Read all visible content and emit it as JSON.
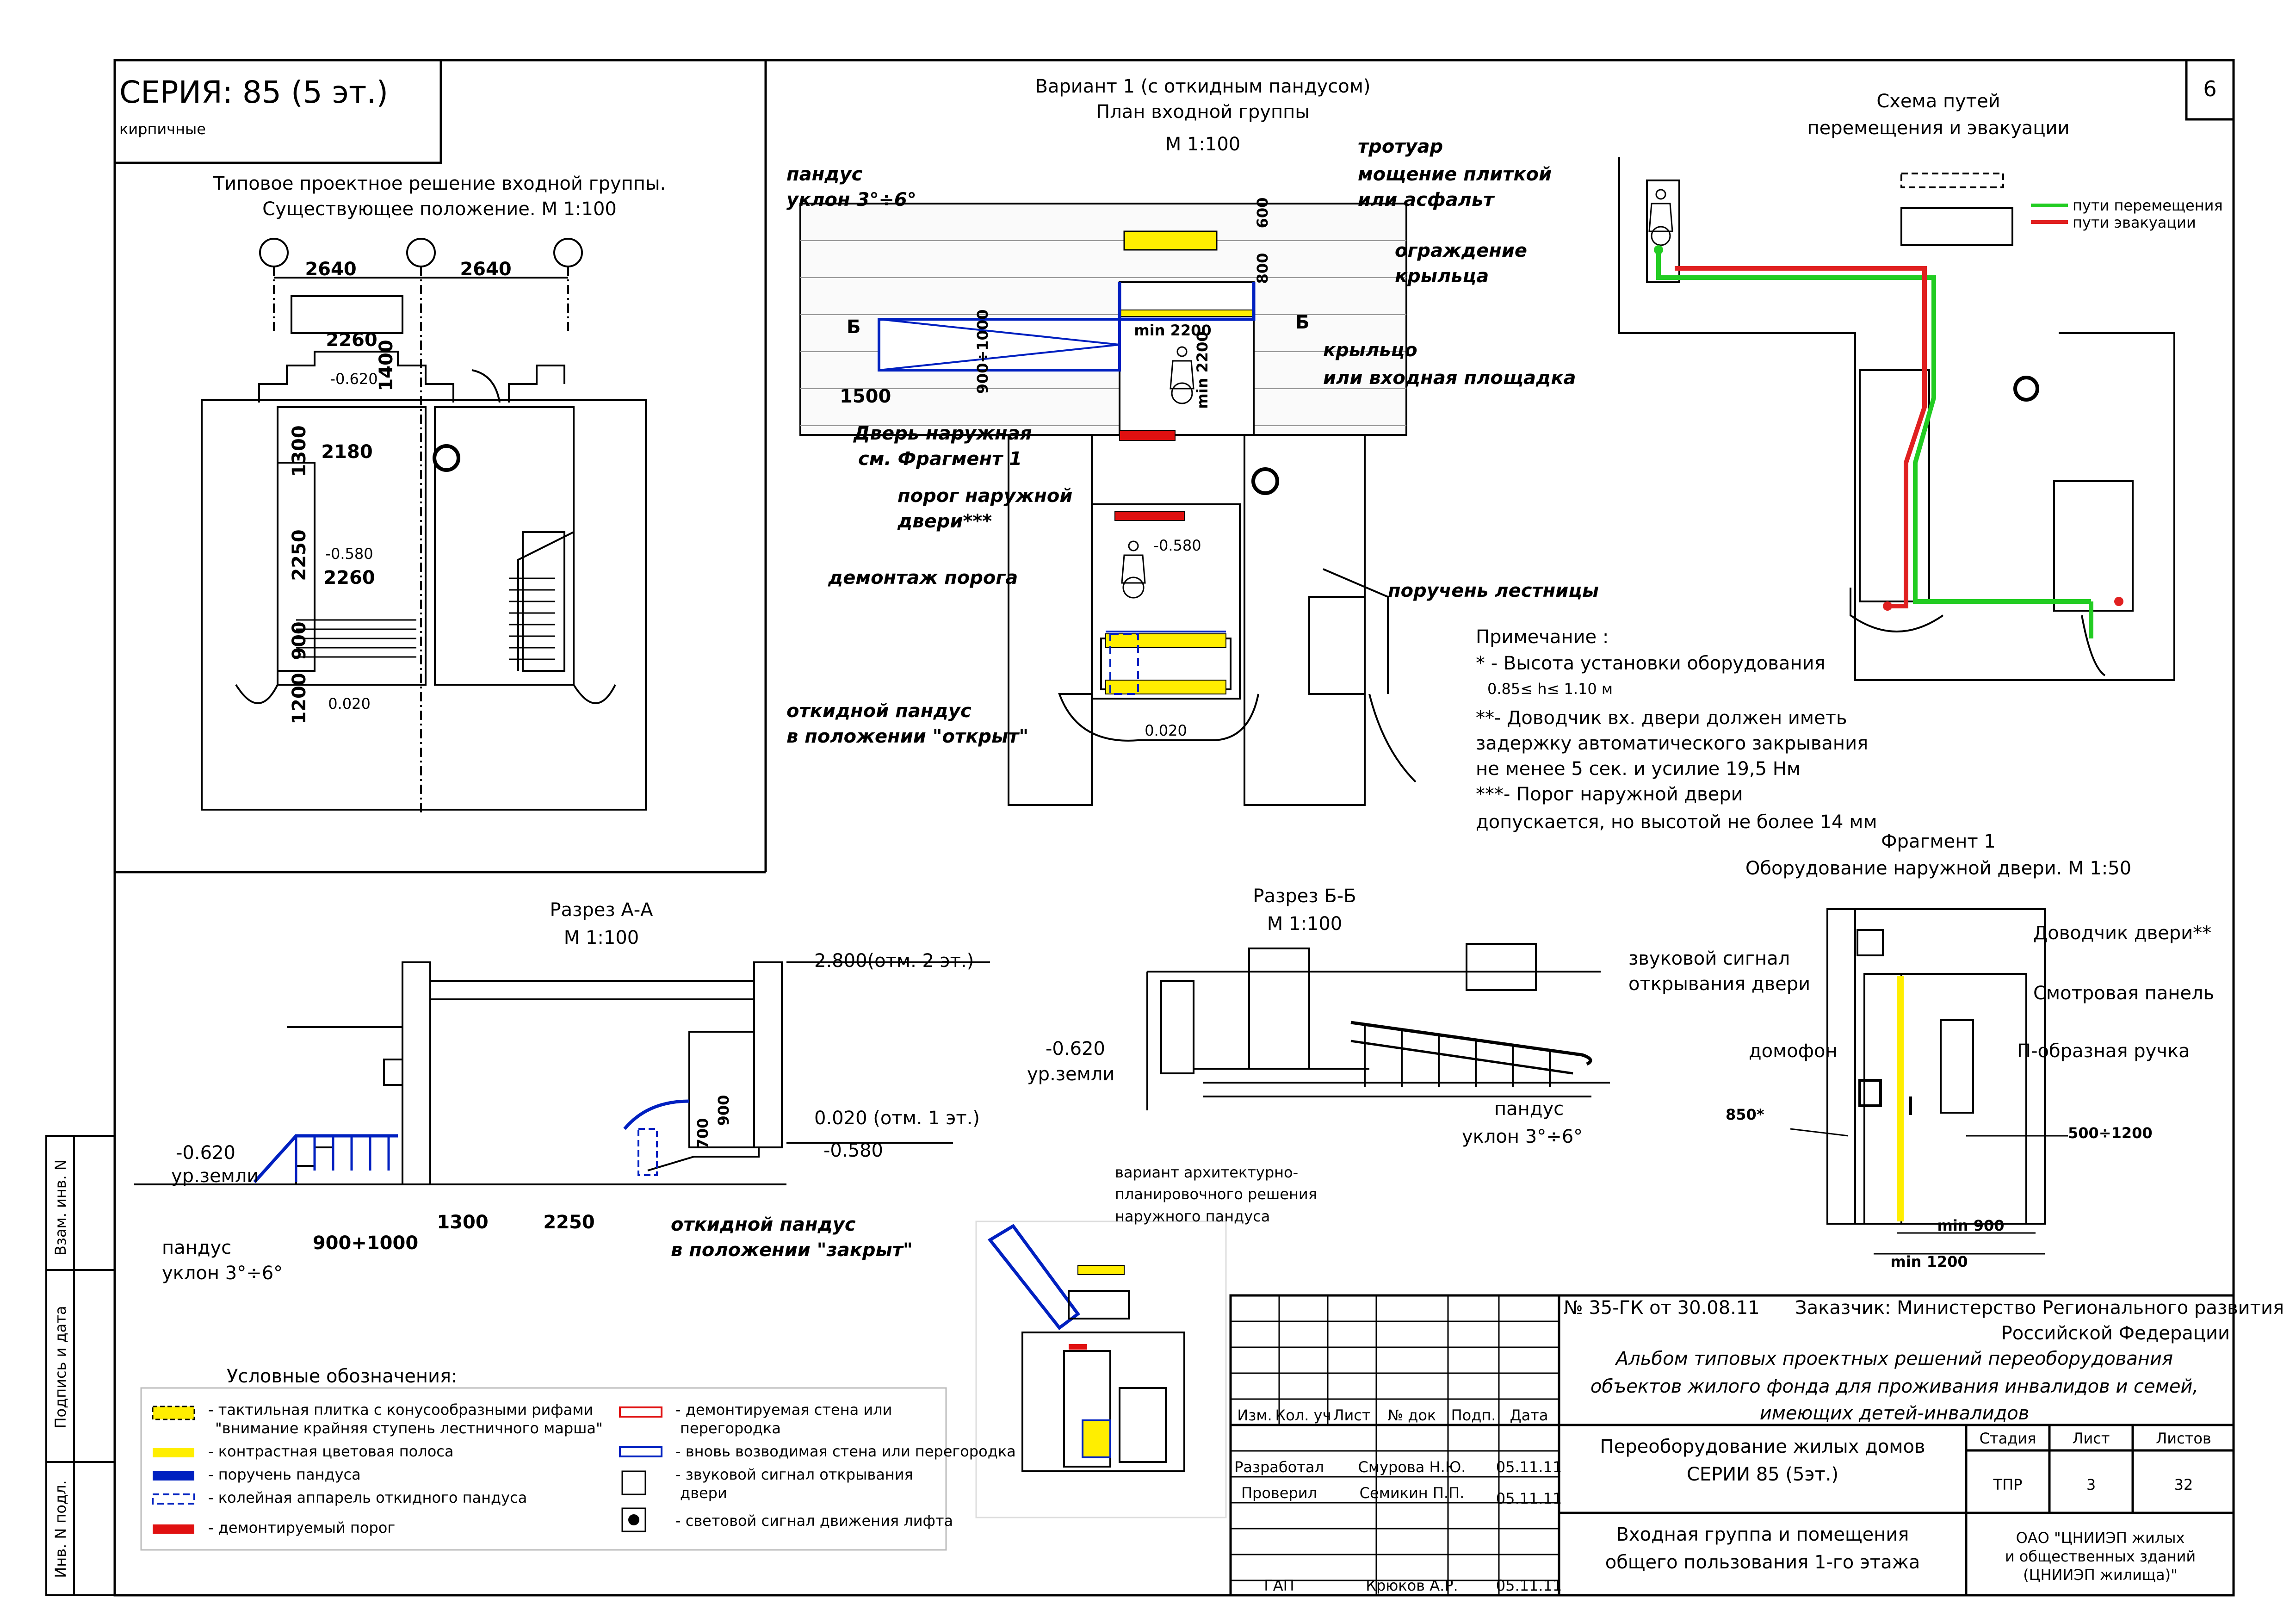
{
  "sheet_number": "6",
  "series": {
    "title": "СЕРИЯ: 85 (5 эт.)",
    "subtitle": "кирпичные"
  },
  "existing": {
    "title_1": "Типовое проектное решение входной группы.",
    "title_2": "Существующее положение. М 1:100",
    "dims": [
      "2640",
      "2640",
      "2260",
      "1400",
      "-0.620",
      "2180",
      "1300",
      "2250",
      "-0.580",
      "2260",
      "900",
      "1200",
      "0.020"
    ]
  },
  "variant1": {
    "title_1": "Вариант 1 (с откидным пандусом)",
    "title_2": "План входной группы",
    "scale": "М 1:100",
    "labels": {
      "ramp_1": "пандус",
      "ramp_2": "уклон 3°÷6°",
      "sidewalk_1": "тротуар",
      "sidewalk_2": "мощение плиткой",
      "sidewalk_3": "или асфальт",
      "fence_1": "ограждение",
      "fence_2": "крыльца",
      "porch_1": "крыльцо",
      "porch_2": "или входная площадка",
      "door_1": "Дверь наружная",
      "door_2": "см. Фрагмент 1",
      "threshold_1": "порог наружной",
      "threshold_2": "двери***",
      "dismantle": "демонтаж порога",
      "handrail": "поручень лестницы",
      "foldramp_1": "откидной пандус",
      "foldramp_2": "в положении \"открыт\"",
      "cut_b1": "Б",
      "cut_b2": "Б"
    },
    "dims": [
      "600",
      "800",
      "min 2200",
      "min 2200",
      "900÷1000",
      "1500",
      "-0.580",
      "0.020"
    ]
  },
  "notes": {
    "title": "Примечание :",
    "lines": [
      "* - Высота установки оборудования",
      "0.85≤ h≤ 1.10 м",
      "**- Доводчик вх. двери должен иметь",
      "задержку автоматического закрывания",
      "не менее 5 сек. и усилие 19,5 Нм",
      "***-  Порог наружной двери",
      "допускается, но высотой не более 14 мм"
    ]
  },
  "scheme": {
    "title_1": "Схема путей",
    "title_2": "перемещения и эвакуации",
    "legend": [
      "пути перемещения",
      "пути эвакуации"
    ],
    "colors": {
      "movement": "#22cc22",
      "evacuation": "#e02020"
    }
  },
  "fragment": {
    "title_1": "Фрагмент 1",
    "title_2": "Оборудование наружной двери. М 1:50",
    "labels": {
      "sound_1": "звуковой сигнал",
      "sound_2": "открывания двери",
      "closer": "Доводчик двери**",
      "panel": "Смотровая панель",
      "handle": "П-образная ручка",
      "intercom": "домофон"
    },
    "dims": [
      "850*",
      "500÷1200",
      "min 900",
      "min 1200"
    ]
  },
  "section_aa": {
    "title": "Разрез А-А",
    "scale": "М 1:100",
    "labels": {
      "level_top": "2.800(отм. 2 эт.)",
      "level_1": "0.020 (отм. 1 эт.)",
      "level_m0580": "-0.580",
      "ground_level": "-0.620",
      "ground": "ур.земли",
      "ramp_1": "пандус",
      "ramp_2": "уклон 3°÷6°",
      "fold_1": "откидной пандус",
      "fold_2": "в положении \"закрыт\""
    },
    "dims": [
      "1300",
      "2250",
      "900+1000",
      "700",
      "900"
    ]
  },
  "section_bb": {
    "title": "Разрез Б-Б",
    "scale": "М 1:100",
    "labels": {
      "ground_level": "-0.620",
      "ground": "ур.земли",
      "ramp_1": "пандус",
      "ramp_2": "уклон 3°÷6°"
    }
  },
  "alt_variant": {
    "lines": [
      "вариант архитектурно-",
      "планировочного решения",
      "наружного пандуса"
    ]
  },
  "legend": {
    "title": "Условные обозначения:",
    "items_left": [
      "- тактильная плитка с конусообразными рифами",
      "\"внимание крайняя ступень лестничного марша\"",
      "- контрастная цветовая полоса",
      "- поручень пандуса",
      "- колейная аппарель откидного пандуса",
      "- демонтируемый порог"
    ],
    "items_right": [
      "- демонтируемая стена или",
      "перегородка",
      "- вновь возводимая стена или перегородка",
      "- звуковой сигнал открывания",
      "двери",
      "- световой сигнал движения лифта"
    ]
  },
  "side_stamp": [
    "Взам. инв. N",
    "Подпись и дата",
    "Инв. N подл."
  ],
  "title_block": {
    "contract": "№ 35-ГК от 30.08.11",
    "customer_1": "Заказчик: Министерство Регионального развития",
    "customer_2": "Российской Федерации",
    "album_1": "Альбом типовых проектных решений переоборудования",
    "album_2": "объектов жилого фонда для проживания инвалидов и семей,",
    "album_3": "имеющих детей-инвалидов",
    "headers": [
      "Изм.",
      "Кол. уч",
      "Лист",
      "№ док",
      "Подп.",
      "Дата"
    ],
    "staff": [
      {
        "role": "Разработал",
        "name": "Смурова Н.Ю.",
        "date": "05.11.11"
      },
      {
        "role": "Проверил",
        "name": "Семикин П.П.",
        "date": "05.11.11"
      },
      {
        "role": "ГАП",
        "name": "Крюков А.Р.",
        "date": "05.11.11"
      }
    ],
    "project_1": "Переоборудование жилых домов",
    "project_2": "СЕРИИ 85 (5эт.)",
    "sheet_title_1": "Входная группа и помещения",
    "sheet_title_2": "общего пользования 1-го этажа",
    "stage_header": "Стадия",
    "sheet_header": "Лист",
    "sheets_header": "Листов",
    "stage": "ТПР",
    "sheet": "3",
    "sheets": "32",
    "org_1": "ОАО \"ЦНИИЭП жилых",
    "org_2": "и общественных зданий",
    "org_3": "(ЦНИИЭП жилища)\""
  }
}
